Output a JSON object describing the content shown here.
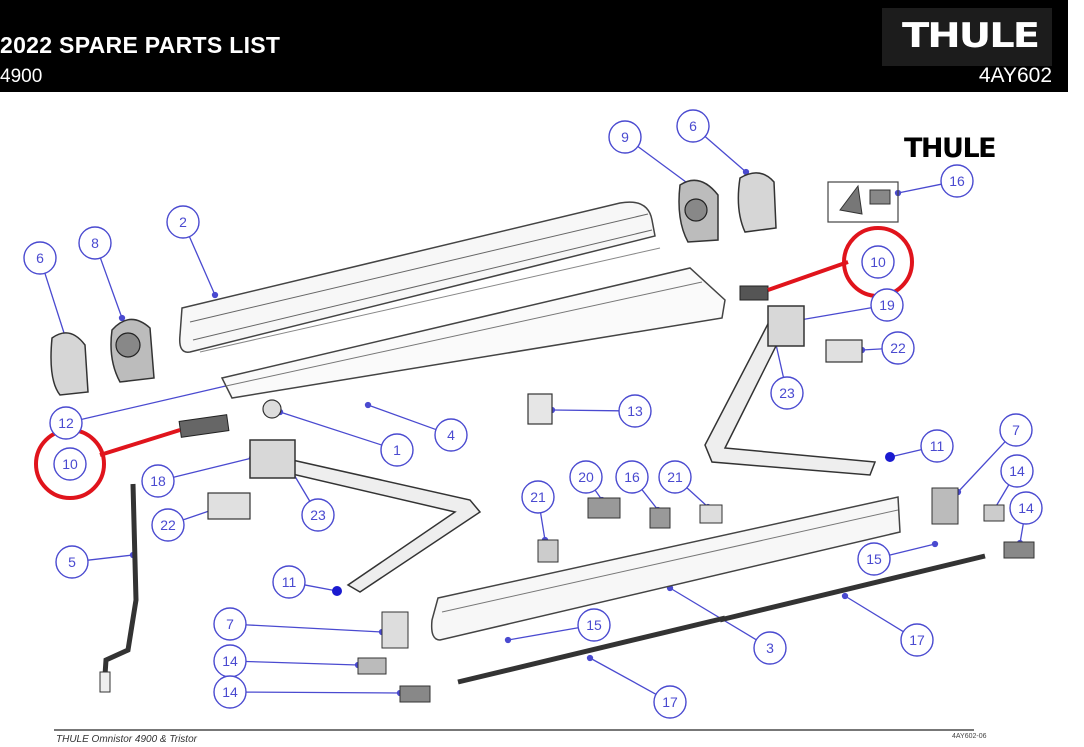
{
  "header": {
    "title": "2022 SPARE PARTS LIST",
    "model": "4900",
    "code": "4AY602",
    "logo": "THULE"
  },
  "diagram": {
    "logo": "THULE",
    "callouts": [
      {
        "label": "2"
      },
      {
        "label": "6"
      },
      {
        "label": "8"
      },
      {
        "label": "9"
      },
      {
        "label": "6"
      },
      {
        "label": "16"
      },
      {
        "label": "10"
      },
      {
        "label": "19"
      },
      {
        "label": "22"
      },
      {
        "label": "23"
      },
      {
        "label": "13"
      },
      {
        "label": "12"
      },
      {
        "label": "4"
      },
      {
        "label": "1"
      },
      {
        "label": "10"
      },
      {
        "label": "18"
      },
      {
        "label": "23"
      },
      {
        "label": "22"
      },
      {
        "label": "11"
      },
      {
        "label": "7"
      },
      {
        "label": "14"
      },
      {
        "label": "14"
      },
      {
        "label": "20"
      },
      {
        "label": "16"
      },
      {
        "label": "21"
      },
      {
        "label": "21"
      },
      {
        "label": "5"
      },
      {
        "label": "11"
      },
      {
        "label": "15"
      },
      {
        "label": "7"
      },
      {
        "label": "14"
      },
      {
        "label": "14"
      },
      {
        "label": "15"
      },
      {
        "label": "3"
      },
      {
        "label": "17"
      },
      {
        "label": "17"
      }
    ],
    "highlight_color": "#e0141c",
    "callout_color": "#4a4ad0"
  },
  "footer": {
    "text": "THULE Omnistor 4900 & Tristor",
    "code": "4AY602-06"
  }
}
